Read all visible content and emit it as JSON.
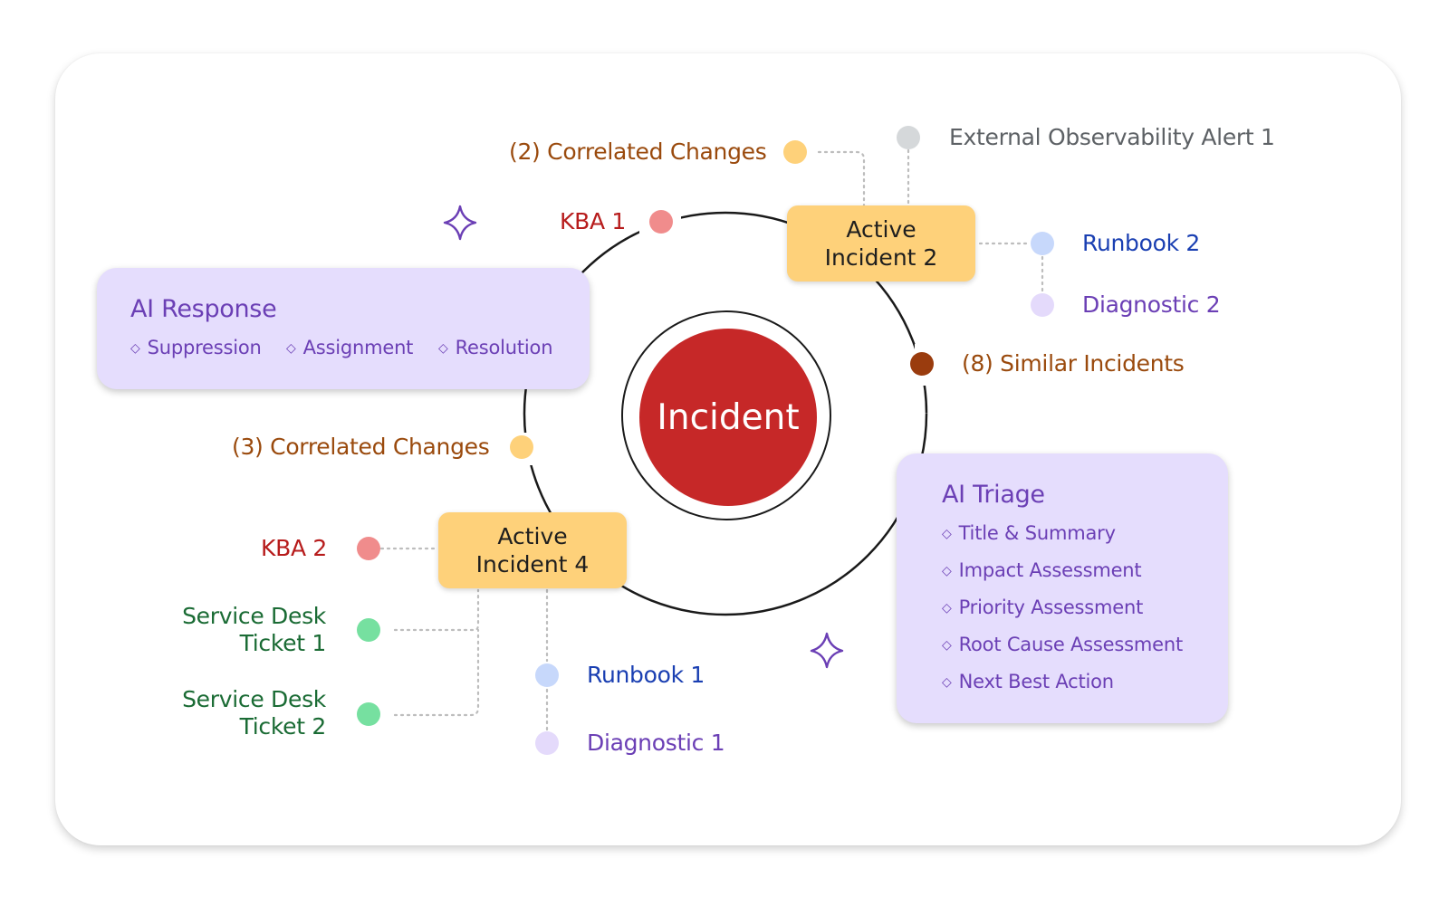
{
  "center": {
    "label": "Incident"
  },
  "active_incidents": [
    {
      "id": "active-incident-2",
      "line1": "Active",
      "line2": "Incident 2"
    },
    {
      "id": "active-incident-4",
      "line1": "Active",
      "line2": "Incident 4"
    }
  ],
  "nodes": {
    "correlated_changes_2": "(2) Correlated Changes",
    "external_alert_1": "External Observability Alert 1",
    "kba_1": "KBA 1",
    "runbook_2": "Runbook 2",
    "diagnostic_2": "Diagnostic 2",
    "similar_incidents_8": "(8) Similar Incidents",
    "correlated_changes_3": "(3) Correlated Changes",
    "kba_2": "KBA 2",
    "service_desk_ticket_1": {
      "line1": "Service Desk",
      "line2": "Ticket 1"
    },
    "service_desk_ticket_2": {
      "line1": "Service Desk",
      "line2": "Ticket 2"
    },
    "runbook_1": "Runbook 1",
    "diagnostic_1": "Diagnostic 1"
  },
  "ai_response": {
    "title": "AI Response",
    "items": [
      "Suppression",
      "Assignment",
      "Resolution"
    ]
  },
  "ai_triage": {
    "title": "AI Triage",
    "items": [
      "Title & Summary",
      "Impact Assessment",
      "Priority Assessment",
      "Root Cause Assessment",
      "Next Best Action"
    ]
  },
  "icons": {
    "item_marker": "diamond-outline-icon",
    "decor": "sparkle-icon"
  },
  "colors": {
    "incident": "#c62828",
    "active_box": "#fed17a",
    "panel": "#e5ddfd",
    "dot_yellow": "#fed17a",
    "dot_grey": "#d5d8da",
    "dot_red": "#f08c8c",
    "dot_blue": "#c7d8fb",
    "dot_lavender": "#e4dafb",
    "dot_brown": "#9a3c0e",
    "dot_green": "#76e0a0"
  }
}
